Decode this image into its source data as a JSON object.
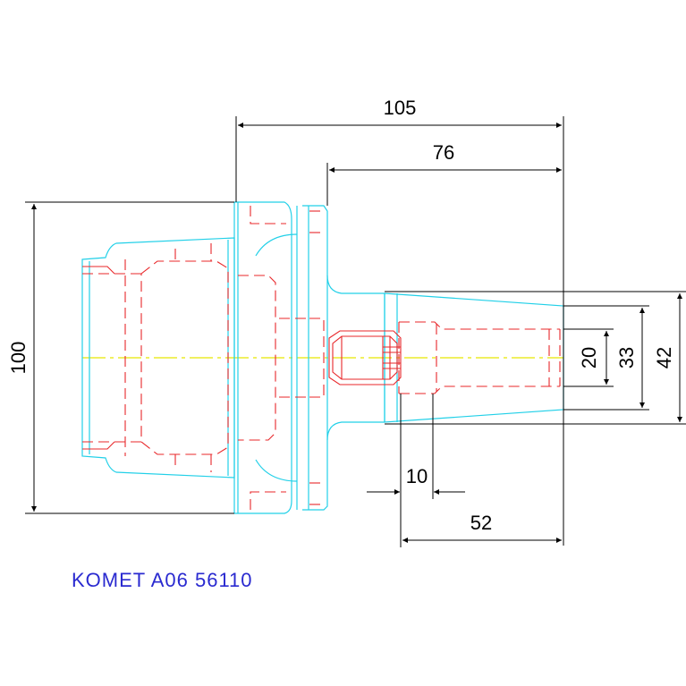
{
  "dimensions": {
    "overall_length": "105",
    "gauge_length": "76",
    "flange_diameter": "100",
    "bore_diameter": "20",
    "shank_diameter_small": "33",
    "shank_diameter_large": "42",
    "offset": "10",
    "bore_depth": "52"
  },
  "part_label": "KOMET A06 56110",
  "colors": {
    "outline": "#22d0e8",
    "hidden": "#e8272a",
    "dimension": "#000000",
    "centerline": "#e6e600",
    "label": "#2a2ad0"
  }
}
